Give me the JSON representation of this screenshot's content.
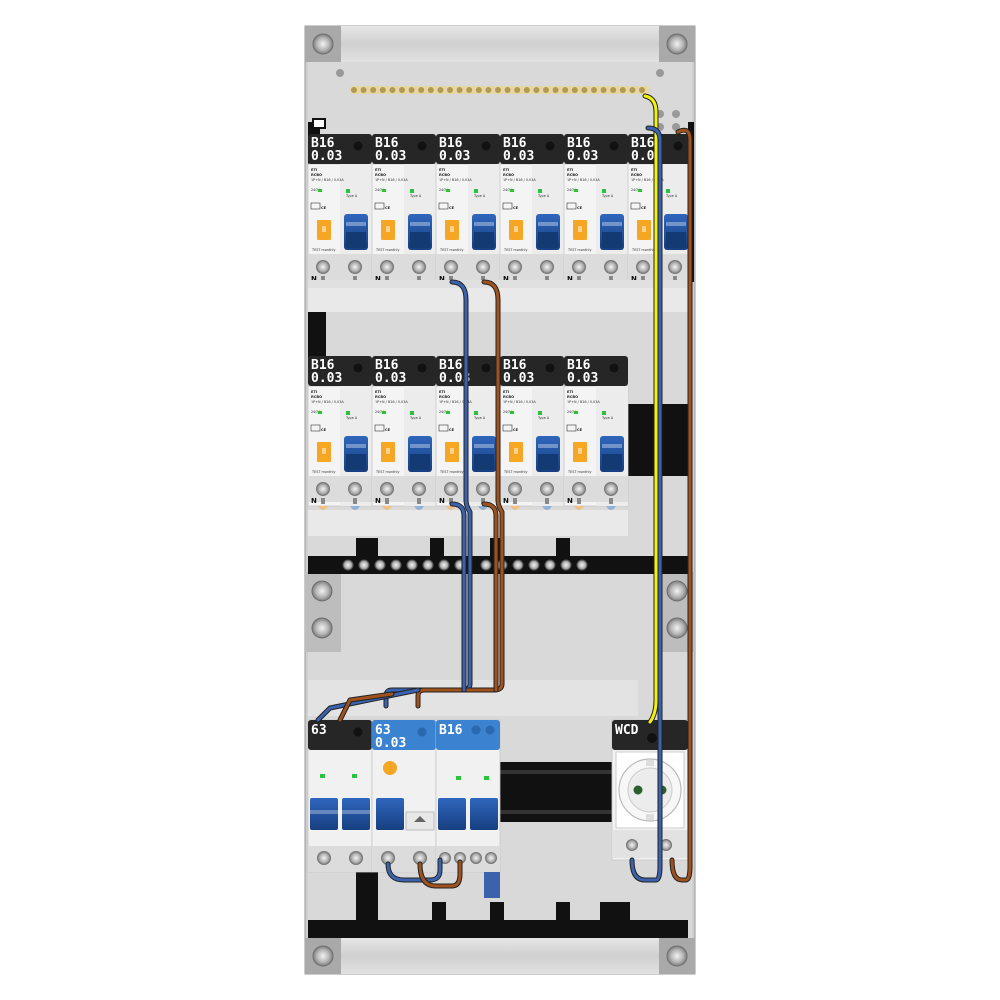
{
  "panel": {
    "top_row": [
      {
        "rating": "B16",
        "sensitivity": "0.03"
      },
      {
        "rating": "B16",
        "sensitivity": "0.03"
      },
      {
        "rating": "B16",
        "sensitivity": "0.03"
      },
      {
        "rating": "B16",
        "sensitivity": "0.03"
      },
      {
        "rating": "B16",
        "sensitivity": "0.03"
      },
      {
        "rating": "B16",
        "sensitivity": "0.03"
      }
    ],
    "middle_row": [
      {
        "rating": "B16",
        "sensitivity": "0.03"
      },
      {
        "rating": "B16",
        "sensitivity": "0.03"
      },
      {
        "rating": "B16",
        "sensitivity": "0.03"
      },
      {
        "rating": "B16",
        "sensitivity": "0.03"
      },
      {
        "rating": "B16",
        "sensitivity": "0.03"
      }
    ],
    "bottom_row": {
      "main_switch": {
        "rating": "63"
      },
      "rcd": {
        "rating": "63",
        "sensitivity": "0.03"
      },
      "mcb": {
        "rating": "B16"
      },
      "socket": {
        "label": "WCD"
      }
    },
    "device_text": {
      "brand": "ETI",
      "model": "RCBO",
      "spec": "1P+N / B16 / 0.03A",
      "type_line": "Type A",
      "rated_line": "240V~",
      "test_line": "TEST monthly",
      "neutral_mark": "N",
      "ce": "CE"
    }
  },
  "colors": {
    "neutral_wire": "#3a62ad",
    "phase_wire": "#a0521c",
    "earth_wire": "#f2f20a",
    "label_bar": "#262626",
    "blue_label_bar": "#3b82d0",
    "toggle_orange": "#f5a623",
    "handle_blue": "#1e4f9c"
  }
}
